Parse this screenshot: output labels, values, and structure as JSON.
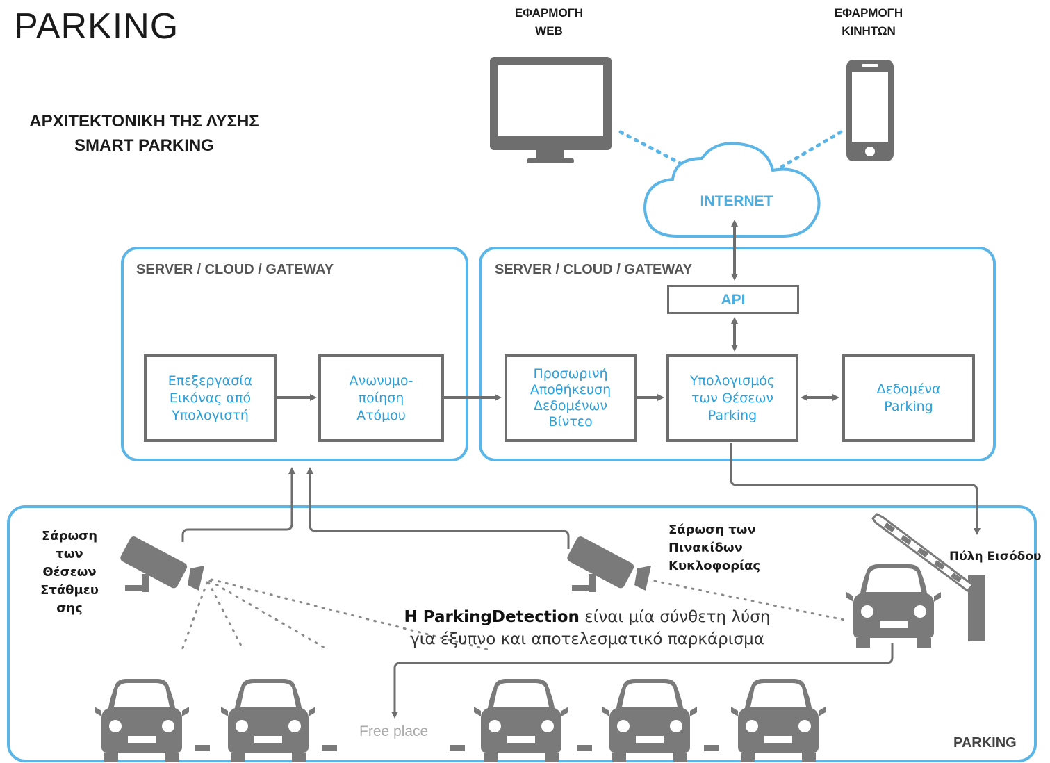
{
  "title": "PARKING",
  "subtitle": {
    "line1": "ΑΡΧΙΤΕΚΤΟΝΙΚΗ ΤΗΣ ΛΥΣΗΣ",
    "line2": "SMART PARKING"
  },
  "apps": {
    "web": {
      "line1": "ΕΦΑΡΜΟΓΗ",
      "line2": "WEB"
    },
    "mobile": {
      "line1": "ΕΦΑΡΜΟΓΗ",
      "line2": "ΚΙΝΗΤΩΝ"
    }
  },
  "internet_label": "INTERNET",
  "api_label": "API",
  "panels": {
    "left_title": "SERVER / CLOUD / GATEWAY",
    "right_title": "SERVER / CLOUD / GATEWAY"
  },
  "boxes": {
    "image_processing": "Επεξεργασία\nΕικόνας από\nΥπολογιστή",
    "anonymization": "Ανωνυμο-\nποίηση\nΑτόμου",
    "temp_storage": "Προσωρινή\nΑποθήκευση\nΔεδομένων\nΒίντεο",
    "calc_positions": "Υπολογισμός\nτων Θέσεων\nParking",
    "parking_data": "Δεδομένα\nParking"
  },
  "labels": {
    "scan_positions": "Σάρωση\nτων\nΘέσεων\nΣτάθμευ\nσης",
    "scan_plates": "Σάρωση των\nΠινακίδων\nΚυκλοφορίας",
    "entry_gate": "Πύλη Εισόδου",
    "free_place": "Free place",
    "parking": "PARKING"
  },
  "description": {
    "bold": "Η ParkingDetection",
    "rest_line1": " είναι μία σύνθετη λύση",
    "line2": "για έξυπνο και αποτελεσματικό παρκάρισμα"
  },
  "colors": {
    "accent_blue": "#5bb5e6",
    "text_blue": "#2aa0dc",
    "gray": "#6e6e6e",
    "icon_gray": "#7a7a7a"
  }
}
